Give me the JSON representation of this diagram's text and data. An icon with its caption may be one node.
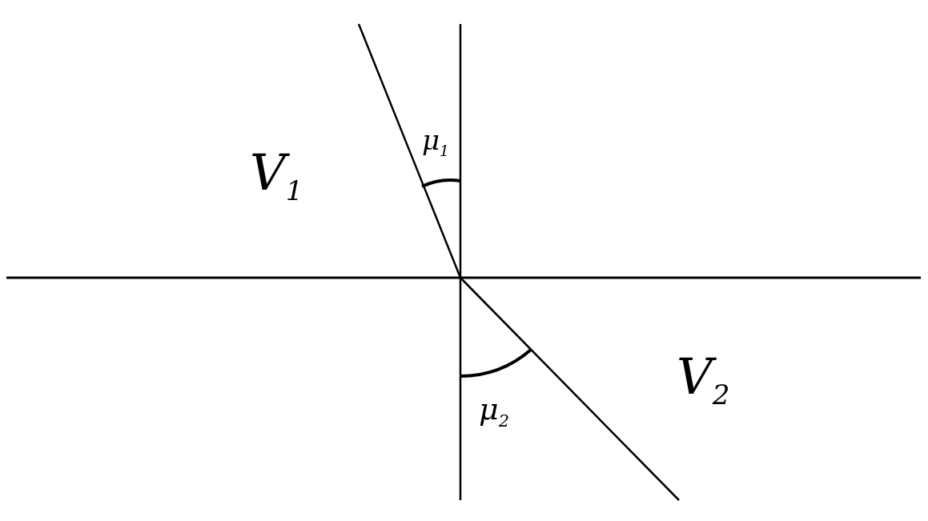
{
  "diagram": {
    "labels": [
      "μ$_{1}$",
      "V$_{1}$",
      "V$_{2}$",
      "μ$_{2}$"
    ]
  }
}
